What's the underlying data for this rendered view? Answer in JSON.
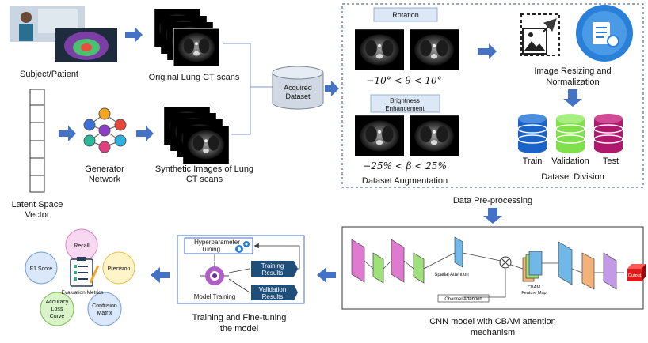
{
  "inputs": {
    "subject_label": "Subject/Patient",
    "original_ct_label": "Original Lung CT scans",
    "latent_label_line1": "Latent Space",
    "latent_label_line2": "Vector",
    "generator_label_line1": "Generator",
    "generator_label_line2": "Network",
    "synthetic_label_line1": "Synthetic Images of Lung",
    "synthetic_label_line2": "CT scans"
  },
  "dataset": {
    "line1": "Acquired",
    "line2": "Dataset"
  },
  "preprocessing": {
    "title": "Data Pre-processing",
    "rotation_label": "Rotation",
    "rotation_formula": "−10° < θ < 10°",
    "brightness_line1": "Brightness",
    "brightness_line2": "Enhancement",
    "brightness_formula": "−25% < β < 25%",
    "augmentation_caption": "Dataset Augmentation",
    "resize_line1": "Image Resizing and",
    "resize_line2": "Normalization",
    "division_caption": "Dataset Division",
    "splits": [
      "Train",
      "Validation",
      "Test"
    ],
    "split_colors": [
      "#1a63c8",
      "#7fe04a",
      "#b0186e"
    ]
  },
  "cnn": {
    "caption_line1": "CNN model with CBAM attention",
    "caption_line2": "mechanism",
    "spatial_attention": "Spatial Attention",
    "channel_attention": "Channel Attention",
    "cbam_line1": "CBAM",
    "cbam_line2": "Feature Map",
    "output": "Output"
  },
  "training": {
    "caption_line1": "Training and Fine-tuning",
    "caption_line2": "the model",
    "hyperparameter_line1": "Hyperparameter",
    "hyperparameter_line2": "Tuning",
    "model_training": "Model Training",
    "training_results_line1": "Training",
    "training_results_line2": "Results",
    "validation_results_line1": "Validation",
    "validation_results_line2": "Results"
  },
  "evaluation": {
    "caption": "Evaluation Metrics",
    "recall": "Recall",
    "precision": "Precision",
    "f1": "F1 Score",
    "accuracy_line1": "Accuracy",
    "accuracy_line2": "Loss",
    "accuracy_line3": "Curve",
    "confusion_line1": "Confusion",
    "confusion_line2": "Matrix"
  },
  "colors": {
    "arrow": "#4472c4",
    "navy": "#1f4e79",
    "dashed_border": "#2f4a8a"
  }
}
